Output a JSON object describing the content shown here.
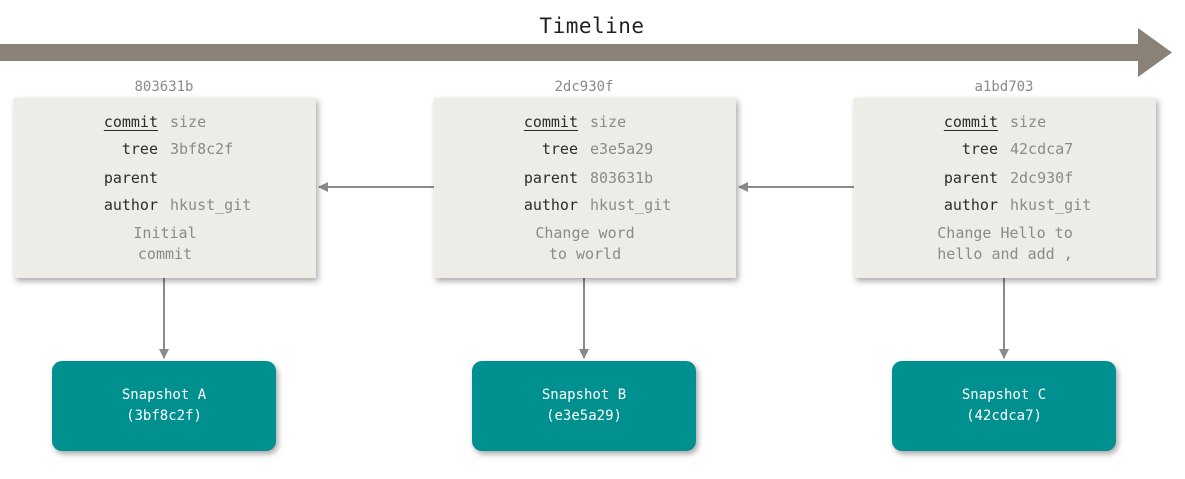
{
  "diagram": {
    "timeline_label": "Timeline",
    "colors": {
      "timeline_arrow": "#8a8177",
      "card_background": "#eeece6",
      "snapshot_background": "#00908f",
      "connector": "#8a8a8a"
    },
    "commits": [
      {
        "hash": "803631b",
        "fields": [
          {
            "key": "commit",
            "value": "size"
          },
          {
            "key": "tree",
            "value": "3bf8c2f"
          },
          {
            "key": "parent",
            "value": ""
          },
          {
            "key": "author",
            "value": "hkust_git"
          }
        ],
        "message": "Initial\ncommit",
        "snapshot": {
          "title": "Snapshot A",
          "hash": "(3bf8c2f)"
        }
      },
      {
        "hash": "2dc930f",
        "fields": [
          {
            "key": "commit",
            "value": "size"
          },
          {
            "key": "tree",
            "value": "e3e5a29"
          },
          {
            "key": "parent",
            "value": "803631b"
          },
          {
            "key": "author",
            "value": "hkust_git"
          }
        ],
        "message": "Change word\nto world",
        "snapshot": {
          "title": "Snapshot B",
          "hash": "(e3e5a29)"
        }
      },
      {
        "hash": "a1bd703",
        "fields": [
          {
            "key": "commit",
            "value": "size"
          },
          {
            "key": "tree",
            "value": "42cdca7"
          },
          {
            "key": "parent",
            "value": "2dc930f"
          },
          {
            "key": "author",
            "value": "hkust_git"
          }
        ],
        "message": "Change Hello to\nhello and add ,",
        "snapshot": {
          "title": "Snapshot C",
          "hash": "(42cdca7)"
        }
      }
    ]
  }
}
